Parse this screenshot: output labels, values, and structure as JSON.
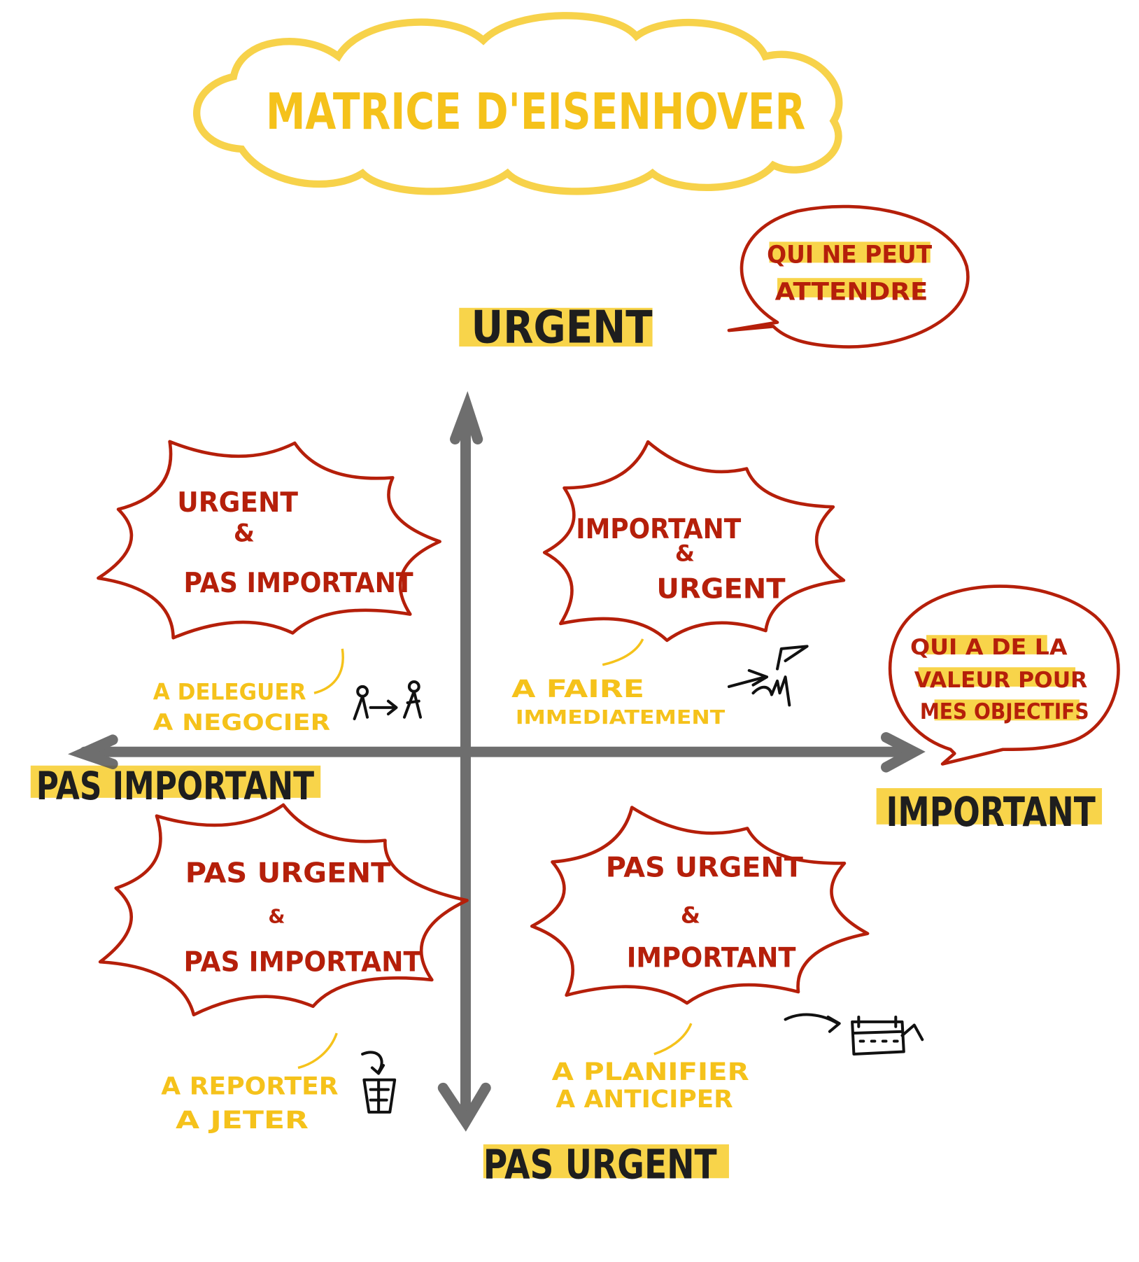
{
  "title": "MATRICE D'EISENHOVER",
  "axes": {
    "top": "URGENT",
    "bottom": "PAS URGENT",
    "left": "PAS IMPORTANT",
    "right": "IMPORTANT"
  },
  "bubbles": {
    "urgent": [
      "QUI NE PEUT",
      "ATTENDRE"
    ],
    "important": [
      "QUI A DE LA",
      "VALEUR POUR",
      "MES OBJECTIFS"
    ]
  },
  "quadrants": {
    "top_left": {
      "lines": [
        "URGENT",
        "&",
        "PAS IMPORTANT"
      ],
      "action": [
        "A DELEGUER",
        "A NEGOCIER"
      ],
      "icon": "person-handoff-icon"
    },
    "top_right": {
      "lines": [
        "IMPORTANT",
        "&",
        "URGENT"
      ],
      "action": [
        "A FAIRE",
        "IMMEDIATEMENT"
      ],
      "icon": "hand-flag-icon"
    },
    "bottom_left": {
      "lines": [
        "PAS URGENT",
        "&",
        "PAS IMPORTANT"
      ],
      "action": [
        "A REPORTER",
        "A JETER"
      ],
      "icon": "trash-icon"
    },
    "bottom_right": {
      "lines": [
        "PAS URGENT",
        "&",
        "IMPORTANT"
      ],
      "action": [
        "A PLANIFIER",
        "A ANTICIPER"
      ],
      "icon": "calendar-icon"
    }
  },
  "colors": {
    "red": "#b51f0a",
    "yellow": "#f5c21b",
    "ink": "#1e1e1e",
    "axis": "#555555"
  }
}
